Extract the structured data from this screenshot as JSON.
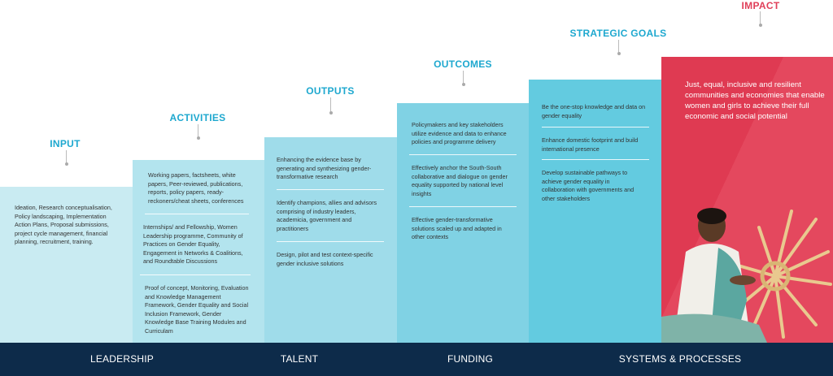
{
  "columns": [
    {
      "title": "INPUT",
      "items": [
        "Ideation, Research conceptualisation, Policy landscaping, Implementation Action Plans, Proposal submissions, project cycle management, financial planning, recruitment, training."
      ]
    },
    {
      "title": "ACTIVITIES",
      "items": [
        "Working papers, factsheets, white papers, Peer-reviewed, publications, reports, policy papers, ready-reckoners/cheat sheets, conferences",
        "Internships/ and Fellowship, Women Leadership programme, Community of Practices on Gender Equality, Engagement in Networks & Coalitions, and Roundtable Discussions",
        "Proof of concept, Monitoring, Evaluation and Knowledge Management Framework, Gender Equality and Social Inclusion Framework, Gender Knowledge Base Training Modules and Curriculam"
      ]
    },
    {
      "title": "OUTPUTS",
      "items": [
        "Enhancing the evidence base by generating and synthesizing gender-transformative research",
        "Identify champions, allies and advisors comprising of industry leaders, academicia, government and practitioners",
        "Design, pilot and test context-specific gender inclusive solutions"
      ]
    },
    {
      "title": "OUTCOMES",
      "items": [
        "Policymakers and key stakeholders utilize evidence and data to enhance policies and programme delivery",
        "Effectively anchor the South-South collaborative and dialogue on gender equality supported by national level insights",
        "Effective gender-transformative solutions scaled up and adapted in other contexts"
      ]
    },
    {
      "title": "STRATEGIC GOALS",
      "items": [
        "Be the one-stop knowledge and data on gender equality",
        "Enhance domestic footprint and build international presence",
        "Develop sustainable pathways to achieve gender equality in collaboration with governments and other stakeholders"
      ]
    },
    {
      "title": "IMPACT",
      "items": [
        "Just, equal, inclusive and resilient communities and economies that enable women and girls to achieve their full economic and social potential"
      ]
    }
  ],
  "footer": [
    "LEADERSHIP",
    "TALENT",
    "FUNDING",
    "SYSTEMS & PROCESSES"
  ],
  "colors": {
    "title": "#1ea8cf",
    "impact_title": "#e0405a",
    "impact_bg": "#e0405a",
    "footer_bg": "#0d2b4a"
  }
}
